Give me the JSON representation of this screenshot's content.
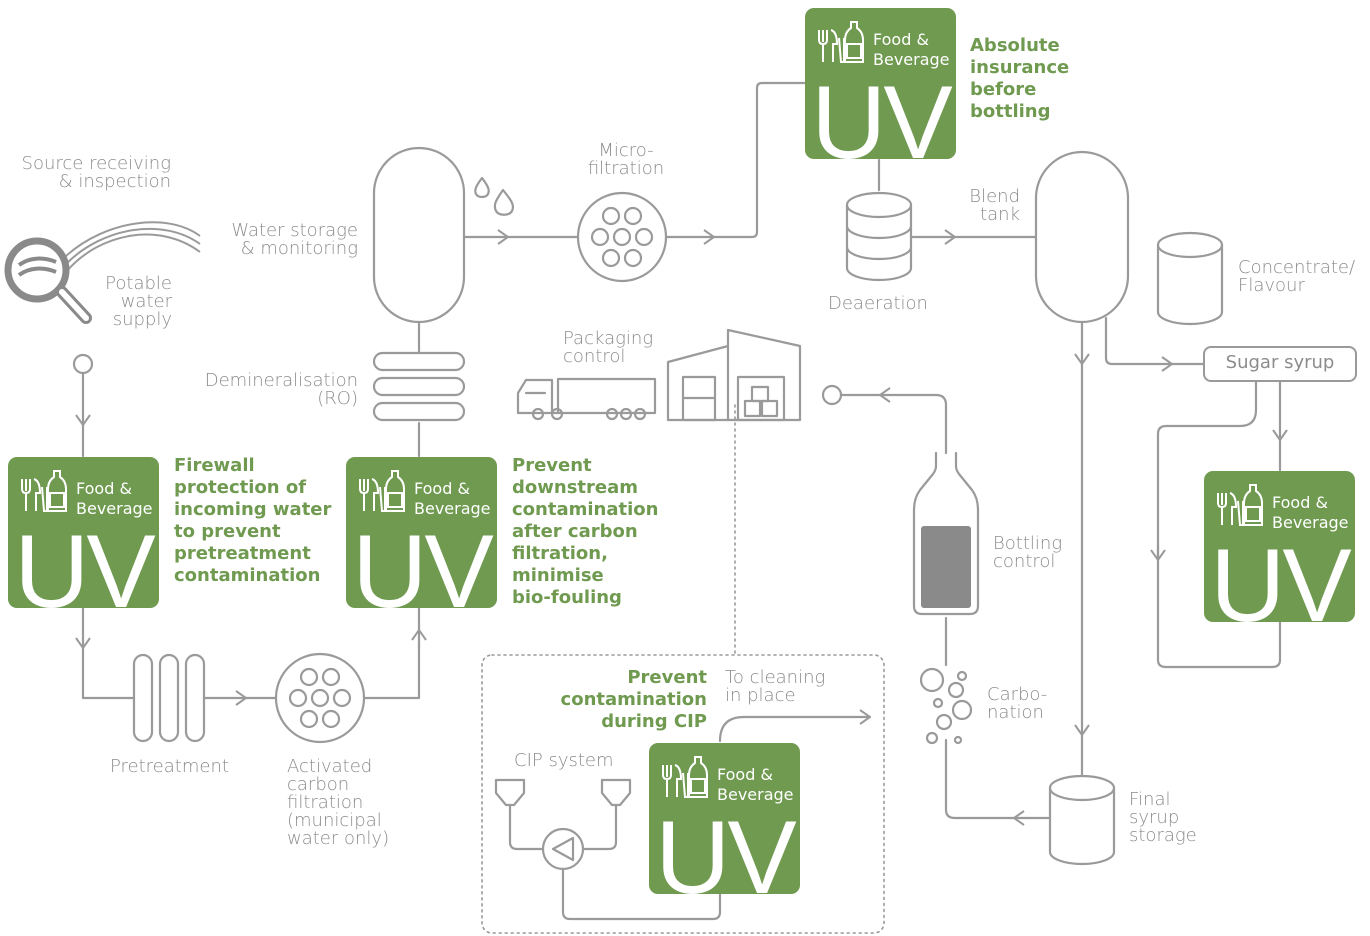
{
  "uv_badge": {
    "food_beverage": "Food &\nBeverage",
    "uv": "UV"
  },
  "notes": {
    "firewall": "Firewall\nprotection of\nincoming water\nto prevent\npretreatment\ncontamination",
    "downstream": "Prevent\ndownstream\ncontamination\nafter carbon\nfiltration,\nminimise\nbio-fouling",
    "absolute": "Absolute\ninsurance\nbefore\nbottling",
    "cip": "Prevent\ncontamination\nduring CIP"
  },
  "labels": {
    "source": "Source receiving\n& inspection",
    "potable": "Potable\nwater\nsupply",
    "water_storage": "Water storage\n& monitoring",
    "demineralisation": "Demineralisation\n(RO)",
    "micro_filtration": "Micro-\nfiltration",
    "deaeration": "Deaeration",
    "blend_tank": "Blend\ntank",
    "concentrate": "Concentrate/\nFlavour",
    "sugar_syrup": "Sugar syrup",
    "packaging": "Packaging\ncontrol",
    "bottling": "Bottling\ncontrol",
    "carbonation": "Carbo-\nnation",
    "final_syrup": "Final\nsyrup\nstorage",
    "pretreatment": "Pretreatment",
    "activated_carbon": "Activated\ncarbon\nfiltration\n(municipal\nwater only)",
    "cip_system": "CIP system",
    "to_cleaning": "To cleaning\nin place"
  },
  "colors": {
    "green": "#6f9a50",
    "line": "#9a9a9a",
    "text": "#8c8c8c"
  }
}
